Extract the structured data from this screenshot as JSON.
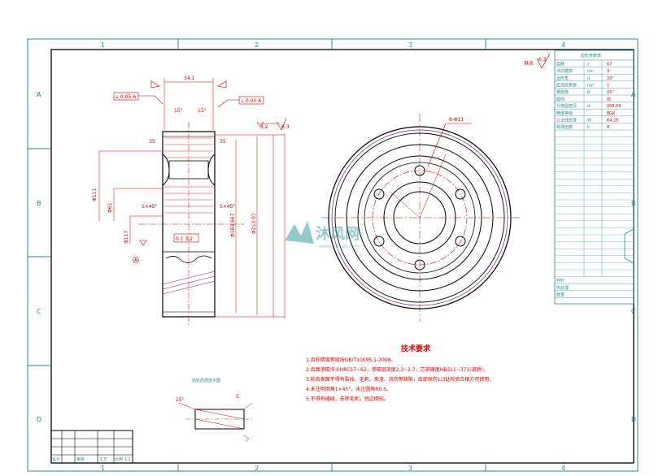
{
  "border": {
    "columns": [
      "1",
      "2",
      "3",
      "4"
    ],
    "rows": [
      "A",
      "B",
      "C",
      "D"
    ]
  },
  "section_view": {
    "dim_top": "34.1",
    "tolerance_left": "⟂ 0.05 A",
    "tolerance_right": "⟂ 0.05 A",
    "angle_left": "15°",
    "angle_right": "15°",
    "chamfer_left": "5×45°",
    "chamfer_right": "5×45°",
    "dia_labels": [
      "Φ111",
      "Φ61",
      "Φ117",
      "Φ183.667",
      "Φ213.07"
    ],
    "datum": "A",
    "roughness_1": "3.2",
    "roughness_2": "6.3",
    "gauge_box": "0.1 3.2"
  },
  "front_view": {
    "hole_label": "6-Φ11"
  },
  "roughness_rest": {
    "label": "其余",
    "value": "6.3"
  },
  "gear_table": {
    "title": "齿轮参数表",
    "rows": [
      {
        "name": "齿数",
        "sym": "z",
        "val": "67"
      },
      {
        "name": "法向模数",
        "sym": "mn",
        "val": "3"
      },
      {
        "name": "齿形角",
        "sym": "α",
        "val": "20°"
      },
      {
        "name": "齿顶高系数",
        "sym": "ha*",
        "val": "1"
      },
      {
        "name": "螺旋角",
        "sym": "β",
        "val": "15°"
      },
      {
        "name": "旋向",
        "sym": "",
        "val": "右"
      },
      {
        "name": "分度圆直径",
        "sym": "d",
        "val": "208.09"
      },
      {
        "name": "精度等级",
        "sym": "",
        "val": "8GK"
      },
      {
        "name": "公法线长度",
        "sym": "W",
        "val": "64.28"
      },
      {
        "name": "跨测齿数",
        "sym": "k",
        "val": "8"
      }
    ],
    "stamp_rows": [
      "材料",
      "热处理",
      "数量"
    ]
  },
  "small_view": {
    "title": "齿轮局部放大图",
    "angle": "15°",
    "dim": "5"
  },
  "tech_notes": {
    "title": "技术要求",
    "items": [
      "1.齿轮精度等级按GB/T10095.1-2008。",
      "2.齿面渗碳淬火HRC57~62，渗碳层深度2.3~2.7，芯部硬度HB311~371(调质)。",
      "3.轮齿表面不得有裂纹、毛刺、夹渣、烧伤等缺陷，齿部探伤1/3处检验合格方可使用。",
      "4.未注明倒角1×45°，未注圆角R0.5。",
      "5.不得有磕碰，去除毛刺，锐边倒钝。"
    ]
  },
  "title_block": {
    "cells": [
      "设计",
      "审核",
      "工艺",
      "比例 1:1"
    ]
  },
  "watermark": {
    "text": "沐风网",
    "sub": "www.mfcad.com"
  }
}
